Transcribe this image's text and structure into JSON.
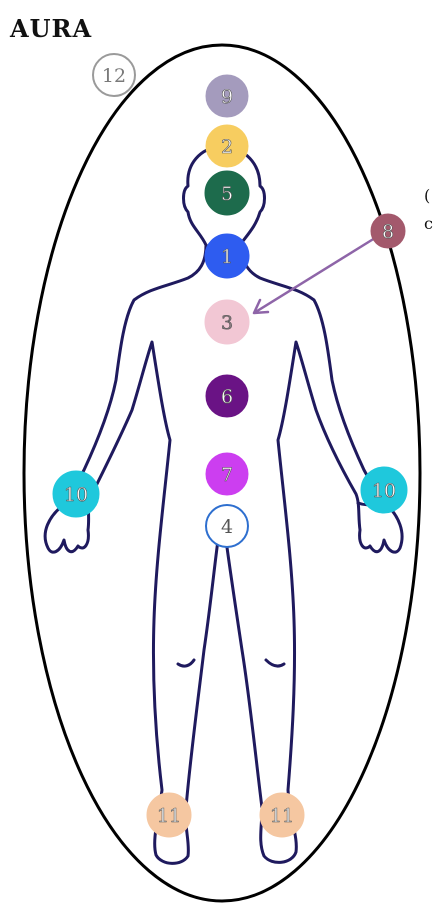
{
  "title": "AURA",
  "edge_glyphs": [
    "(",
    "c"
  ],
  "colors": {
    "background": "#ffffff",
    "aura_outline": "#000000",
    "body_outline": "#1f1a5e",
    "arrow": "#8e65a8"
  },
  "chakras": [
    {
      "id": "chakra-12",
      "label": "12",
      "color": "#ffffff",
      "text_color": "#7a7a7a",
      "ring": "#9a9a9a"
    },
    {
      "id": "chakra-9",
      "label": "9",
      "color": "#a49bbd",
      "text_color": "#ffffff",
      "ring": "#a49bbd"
    },
    {
      "id": "chakra-2",
      "label": "2",
      "color": "#f7cd60",
      "text_color": "#ffffff",
      "ring": "#f7cd60"
    },
    {
      "id": "chakra-5",
      "label": "5",
      "color": "#1d6b4c",
      "text_color": "#ffffff",
      "ring": "#1d6b4c"
    },
    {
      "id": "chakra-1",
      "label": "1",
      "color": "#2e5cf0",
      "text_color": "#ffffff",
      "ring": "#2e5cf0"
    },
    {
      "id": "chakra-8",
      "label": "8",
      "color": "#a3596c",
      "text_color": "#ffffff",
      "ring": "#a3596c"
    },
    {
      "id": "chakra-3",
      "label": "3",
      "color": "#f2c7d4",
      "text_color": "#8a7a80",
      "ring": "#f2c7d4"
    },
    {
      "id": "chakra-6",
      "label": "6",
      "color": "#6a1385",
      "text_color": "#ffffff",
      "ring": "#6a1385"
    },
    {
      "id": "chakra-7",
      "label": "7",
      "color": "#cc3ef0",
      "text_color": "#ffffff",
      "ring": "#cc3ef0"
    },
    {
      "id": "chakra-4",
      "label": "4",
      "color": "#ffffff",
      "text_color": "#555555",
      "ring": "#2e6fcf"
    },
    {
      "id": "chakra-10-left",
      "label": "10",
      "color": "#1fc8dc",
      "text_color": "#ffffff",
      "ring": "#1fc8dc"
    },
    {
      "id": "chakra-10-right",
      "label": "10",
      "color": "#1fc8dc",
      "text_color": "#ffffff",
      "ring": "#1fc8dc"
    },
    {
      "id": "chakra-11-left",
      "label": "11",
      "color": "#f5c7a1",
      "text_color": "#ffffff",
      "ring": "#f5c7a1"
    },
    {
      "id": "chakra-11-right",
      "label": "11",
      "color": "#f5c7a1",
      "text_color": "#ffffff",
      "ring": "#f5c7a1"
    }
  ]
}
